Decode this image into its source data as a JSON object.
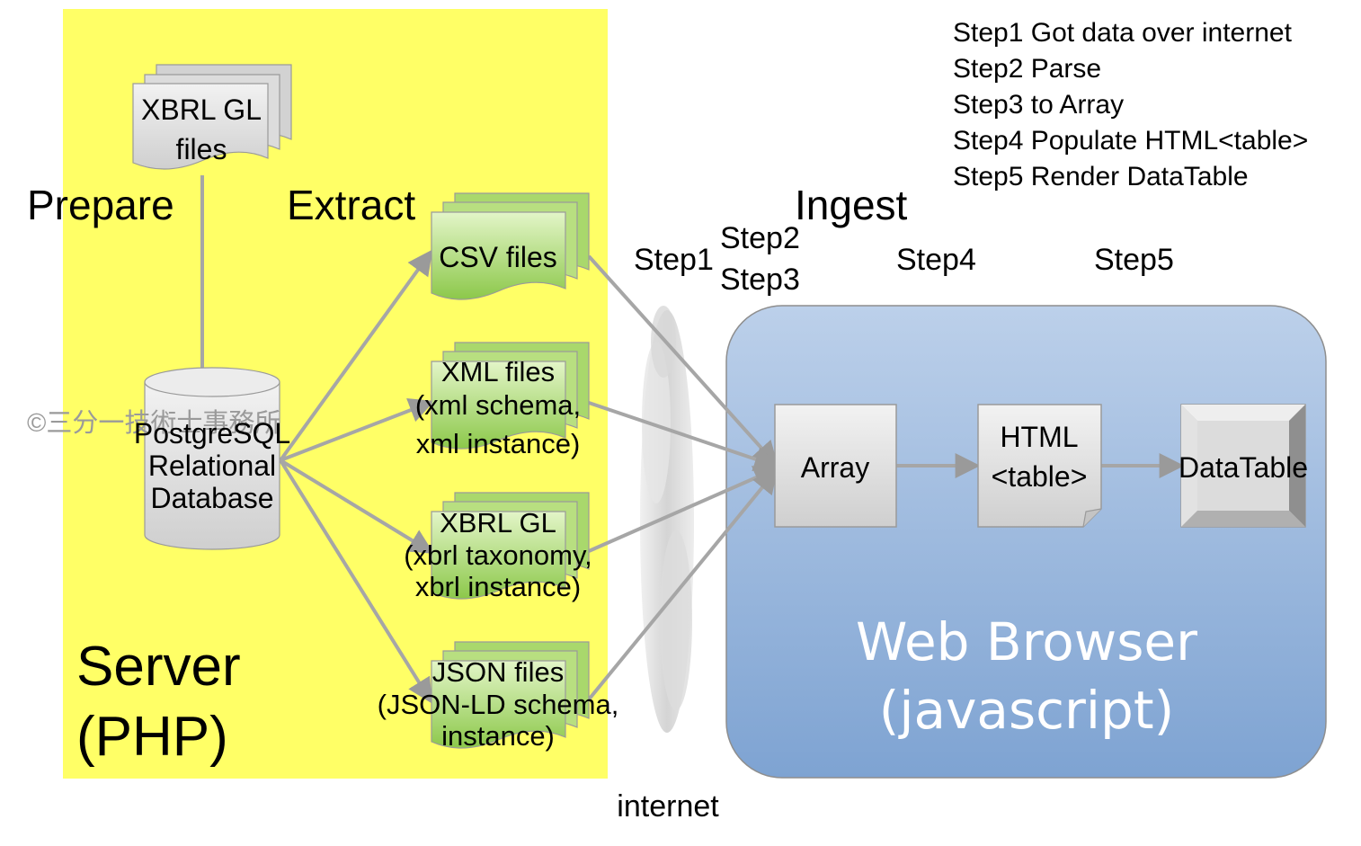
{
  "steps_legend": [
    "Step1 Got data over internet",
    "Step2 Parse",
    "Step3 to Array",
    "Step4 Populate HTML<table>",
    "Step5 Render DataTable"
  ],
  "phases": {
    "prepare": "Prepare",
    "extract": "Extract",
    "ingest": "Ingest"
  },
  "step_markers": {
    "step1": "Step1",
    "step2": "Step2",
    "step3": "Step3",
    "step4": "Step4",
    "step5": "Step5"
  },
  "server": {
    "label_line1": "Server",
    "label_line2": "(PHP)",
    "xbrl_source": {
      "line1": "XBRL GL",
      "line2": "files"
    },
    "database": {
      "line1": "PostgreSQL",
      "line2": "Relational",
      "line3": "Database"
    },
    "outputs": [
      {
        "lines": [
          "CSV files"
        ]
      },
      {
        "lines": [
          "XML files",
          "(xml schema,",
          "xml instance)"
        ]
      },
      {
        "lines": [
          "XBRL GL",
          "(xbrl taxonomy,",
          "xbrl instance)"
        ]
      },
      {
        "lines": [
          "JSON files",
          "(JSON-LD schema,",
          "instance)"
        ]
      }
    ]
  },
  "internet_label": "internet",
  "watermark": "©三分一技術士事務所",
  "browser": {
    "label_line1": "Web Browser",
    "label_line2": "(javascript)",
    "array": "Array",
    "html_table": {
      "line1": "HTML",
      "line2": "<table>"
    },
    "datatable": "DataTable"
  },
  "colors": {
    "server_bg": "#ffff66",
    "file_green": "#9cd35a",
    "browser_top": "#b5cbe8",
    "browser_bottom": "#7fa4d2",
    "arrow": "#a6a6a6",
    "gray_box": "#d9d9d9"
  }
}
